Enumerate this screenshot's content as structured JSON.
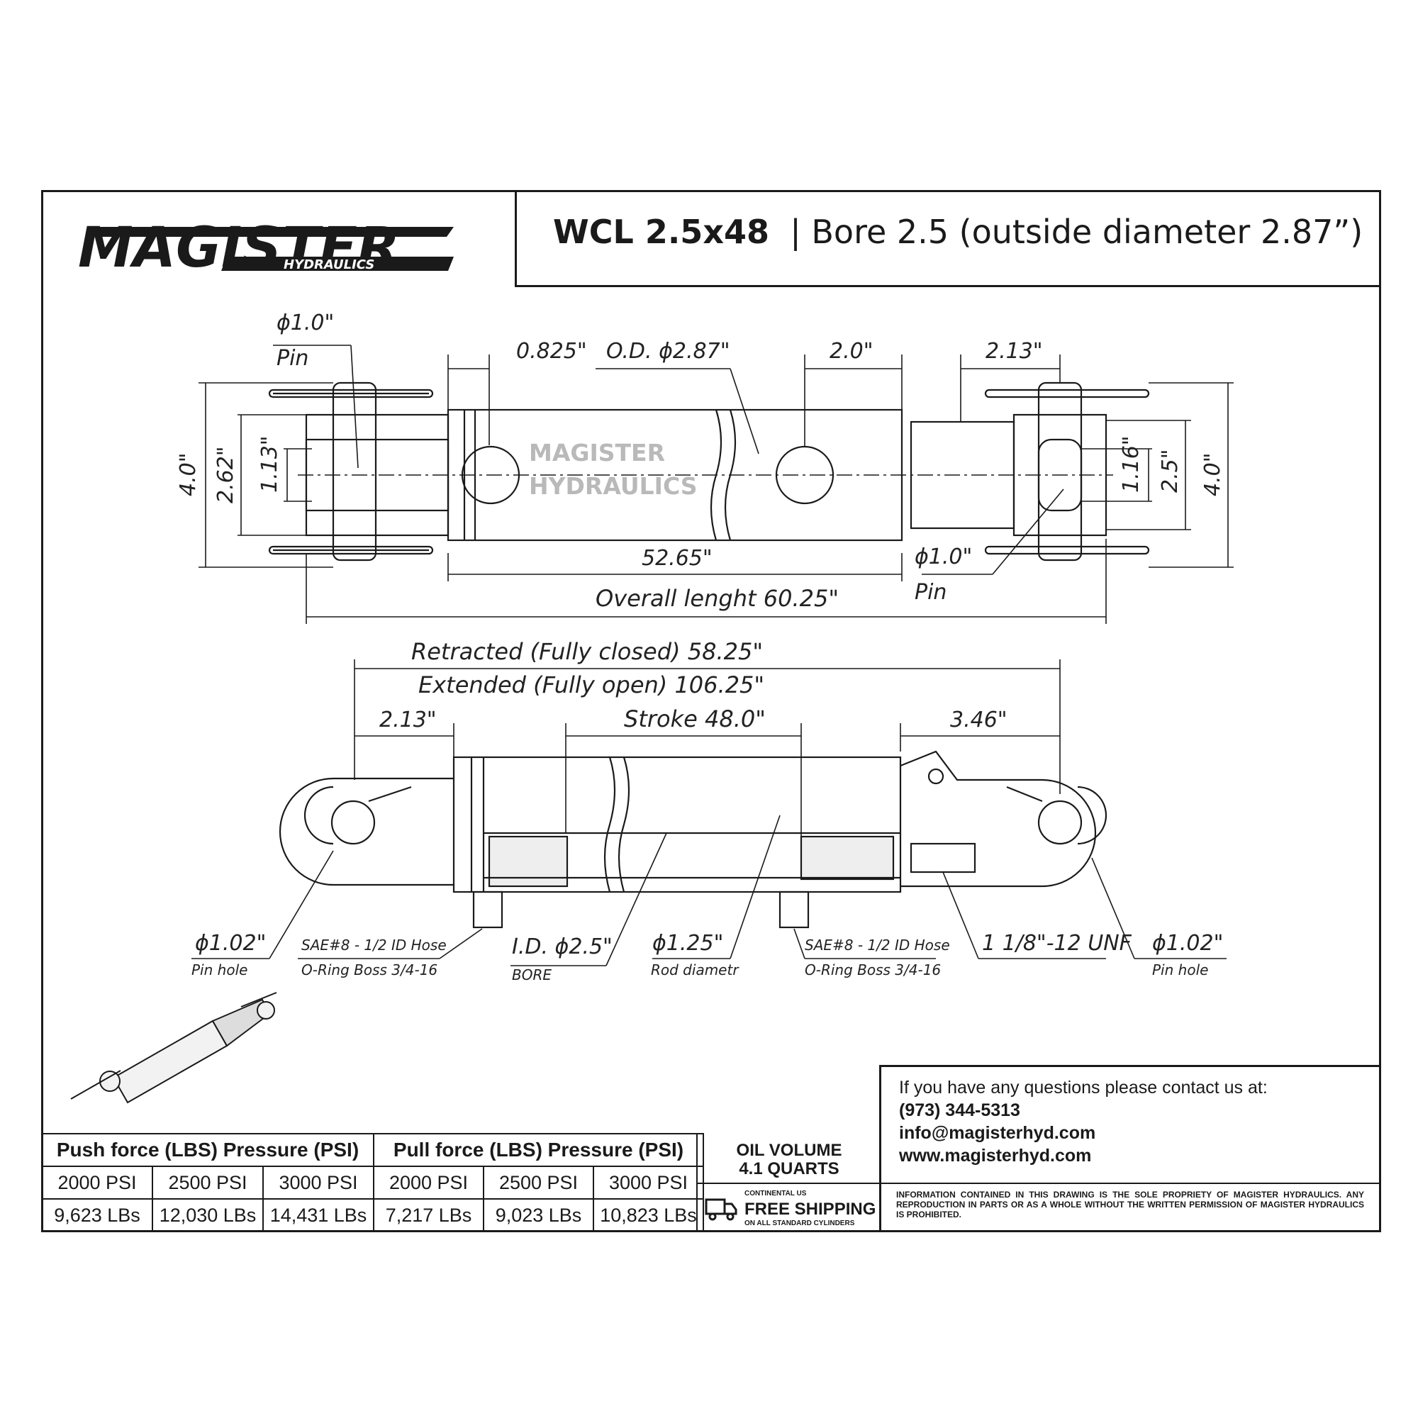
{
  "header": {
    "logo_main": "MAGISTER",
    "logo_sub": "HYDRAULICS",
    "model": "WCL 2.5x48",
    "spec": "| Bore 2.5  (outside diameter 2.87”)"
  },
  "top_view": {
    "watermark_line1": "MAGISTER",
    "watermark_line2": "HYDRAULICS",
    "pin_left_dia": "ϕ1.0\"",
    "pin_left_label": "Pin",
    "dim_0825": "0.825\"",
    "dim_od": "O.D. ϕ2.87\"",
    "dim_20": "2.0\"",
    "dim_213": "2.13\"",
    "dim_40_left": "4.0\"",
    "dim_262": "2.62\"",
    "dim_113": "1.13\"",
    "dim_116": "1.16\"",
    "dim_25": "2.5\"",
    "dim_40_right": "4.0\"",
    "dim_5265": "52.65\"",
    "pin_right_dia": "ϕ1.0\"",
    "pin_right_label": "Pin",
    "overall": "Overall lenght 60.25\""
  },
  "side_view": {
    "retracted": "Retracted (Fully closed) 58.25\"",
    "extended": "Extended (Fully open) 106.25\"",
    "dim_213": "2.13\"",
    "stroke": "Stroke 48.0\"",
    "dim_346": "3.46\"",
    "pin_hole_left_dia": "ϕ1.02\"",
    "pin_hole_left_label": "Pin hole",
    "port_left_l1": "SAE#8 - 1/2 ID Hose",
    "port_left_l2": "O-Ring Boss 3/4-16",
    "bore_dia": "I.D. ϕ2.5\"",
    "bore_label": "BORE",
    "rod_dia": "ϕ1.25\"",
    "rod_label": "Rod diametr",
    "port_right_l1": "SAE#8 - 1/2 ID Hose",
    "port_right_l2": "O-Ring Boss 3/4-16",
    "thread": "1 1/8\"-12 UNF",
    "pin_hole_right_dia": "ϕ1.02\"",
    "pin_hole_right_label": "Pin hole"
  },
  "force_table": {
    "push_header": "Push force (LBS) Pressure (PSI)",
    "pull_header": "Pull force (LBS) Pressure (PSI)",
    "pressures": [
      "2000 PSI",
      "2500 PSI",
      "3000 PSI",
      "2000 PSI",
      "2500 PSI",
      "3000 PSI"
    ],
    "forces": [
      "9,623 LBs",
      "12,030 LBs",
      "14,431 LBs",
      "7,217 LBs",
      "9,023 LBs",
      "10,823 LBs"
    ]
  },
  "oil": {
    "line1": "OIL VOLUME",
    "line2": "4.1 QUARTS"
  },
  "shipping": {
    "top": "CONTINENTAL US",
    "main": "FREE SHIPPING",
    "bottom": "ON ALL STANDARD CYLINDERS",
    "icon": "truck-icon"
  },
  "contact": {
    "intro": "If you have any questions please contact us at:",
    "phone": "(973) 344-5313",
    "email": "info@magisterhyd.com",
    "web": "www.magisterhyd.com"
  },
  "legal": "INFORMATION CONTAINED IN THIS DRAWING IS THE SOLE PROPRIETY OF MAGISTER HYDRAULICS. ANY REPRODUCTION IN PARTS OR AS A WHOLE WITHOUT THE WRITTEN PERMISSION OF MAGISTER HYDRAULICS IS PROHIBITED."
}
